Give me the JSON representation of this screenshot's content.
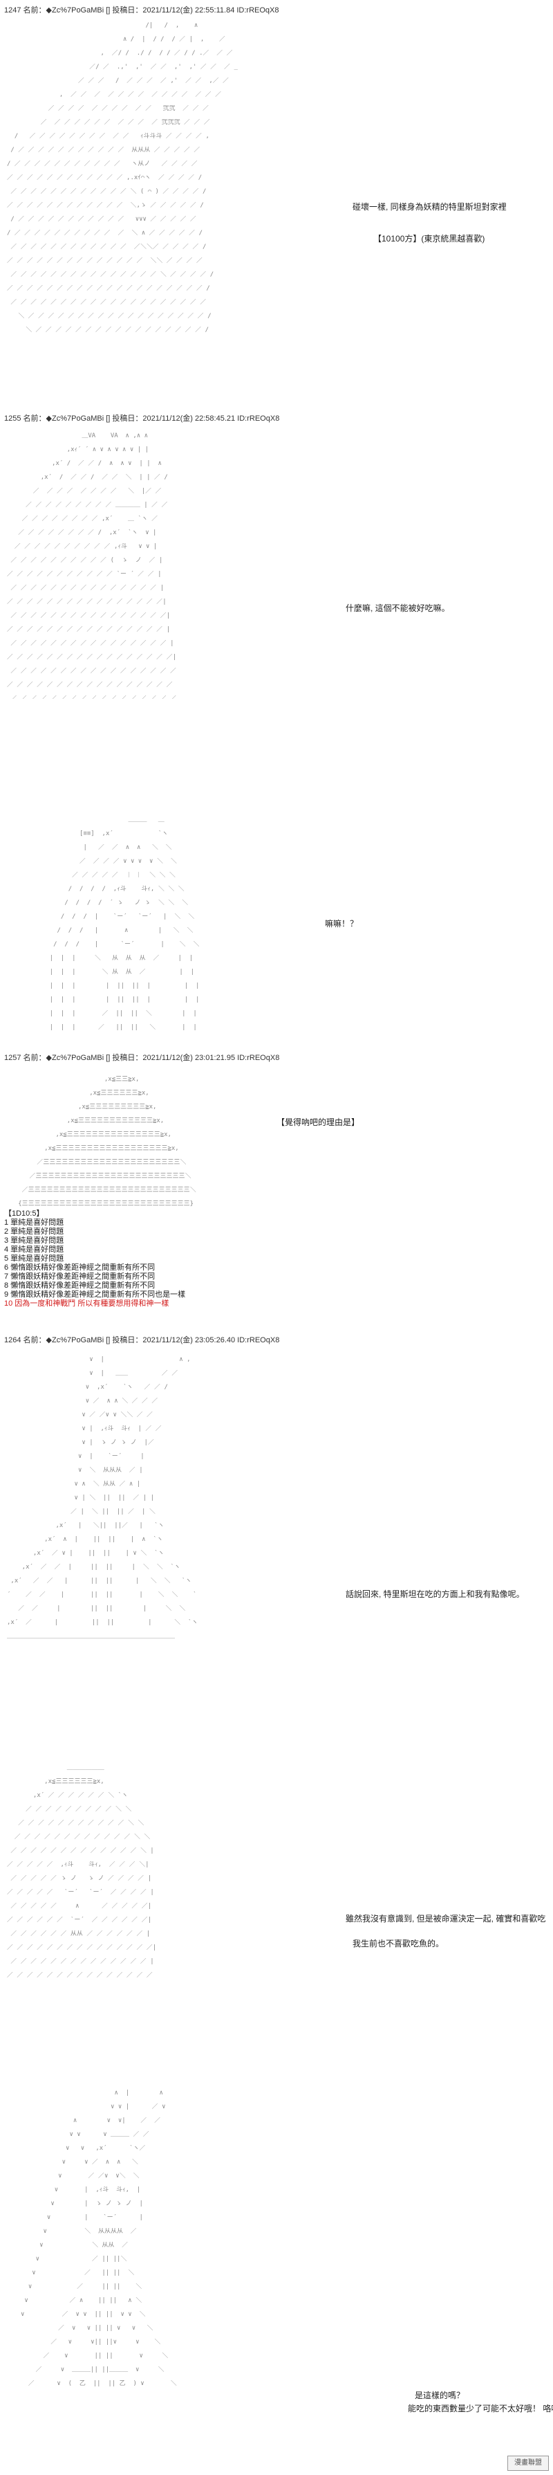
{
  "posts": [
    {
      "header": "1247 名前：◆Zc%7PoGaMBi [] 投稿日：2021/11/12(金) 22:55:11.84 ID:rREOqX8",
      "lines": [
        {
          "text": "碰壞一樣, 同樣身為妖精的特里斯坦對家裡"
        },
        {
          "text": "【10100方】(東京統黑越喜歡)"
        }
      ]
    },
    {
      "header": "1255 名前：◆Zc%7PoGaMBi [] 投稿日：2021/11/12(金) 22:58:45.21 ID:rREOqX8",
      "lines": [
        {
          "text": "什麼嘛, 這個不能被好吃嘛。"
        },
        {
          "text": "嘛嘛！？"
        }
      ]
    },
    {
      "header": "1257 名前：◆Zc%7PoGaMBi [] 投稿日：2021/11/12(金) 23:01:21.95 ID:rREOqX8",
      "lines": [
        {
          "text": "【覺得吶吧的理由是】"
        }
      ],
      "list_title": "【1D10:5】",
      "list": [
        {
          "text": "1 單純是喜好問題",
          "red": false
        },
        {
          "text": "2 單純是喜好問題",
          "red": false
        },
        {
          "text": "3 單純是喜好問題",
          "red": false
        },
        {
          "text": "4 單純是喜好問題",
          "red": false
        },
        {
          "text": "5 單純是喜好問題",
          "red": false
        },
        {
          "text": "6 懶惰跟妖精好像差距神經之間重新有所不同",
          "red": false
        },
        {
          "text": "7 懶惰跟妖精好像差距神經之間重新有所不同",
          "red": false
        },
        {
          "text": "8 懶惰跟妖精好像差距神經之間重新有所不同",
          "red": false
        },
        {
          "text": "9 懶惰跟妖精好像差距神經之間重新有所不同也是一樣",
          "red": false
        },
        {
          "text": "10 因為一度和神戰鬥 所以有種要想用得和神一樣",
          "red": true
        }
      ]
    },
    {
      "header": "1264 名前：◆Zc%7PoGaMBi [] 投稿日：2021/11/12(金) 23:05:26.40 ID:rREOqX8",
      "lines": [
        {
          "text": "話說回來, 特里斯坦在吃的方面上和我有點像呢。"
        },
        {
          "text": "雖然我沒有意識到, 但是被命運決定一起, 確實和喜歡吃"
        },
        {
          "text": "我生前也不喜歡吃魚的。"
        },
        {
          "text": "是這樣的嗎？"
        },
        {
          "text": "能吃的東西數量少了可能不太好哦！ 咯咯咯！"
        }
      ]
    }
  ],
  "watermark": "漫畫聯盟"
}
